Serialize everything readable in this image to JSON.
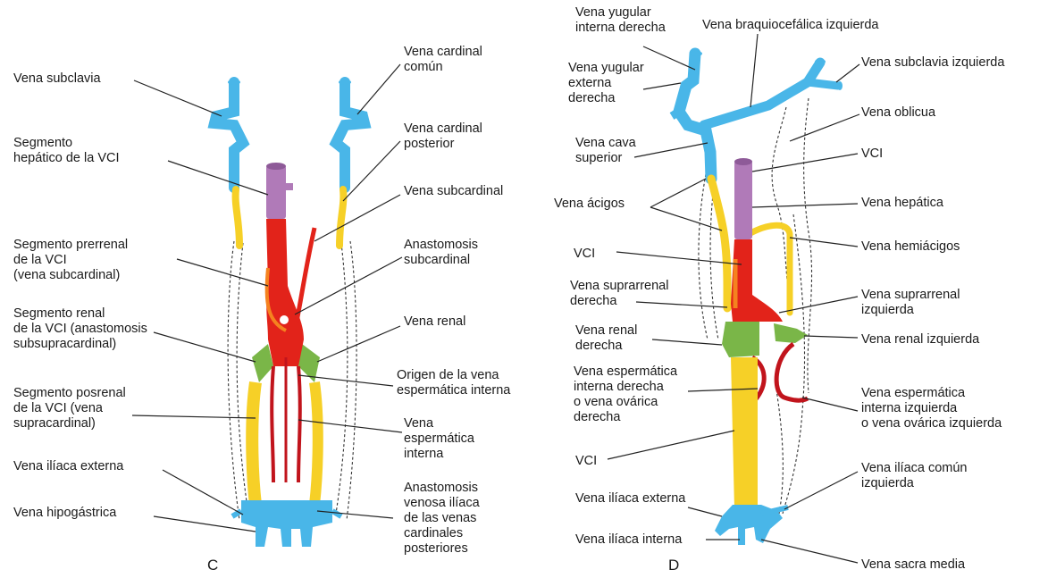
{
  "colors": {
    "blue": "#49b6e8",
    "blue_dark": "#2a8fc6",
    "purple": "#b07ab8",
    "red": "#e2231a",
    "dark_red": "#c1141c",
    "orange": "#f5821f",
    "green": "#7ab648",
    "yellow": "#f6d027"
  },
  "panel_c": {
    "letter": "C",
    "labels": {
      "subclavia": "Vena subclavia",
      "cardinal_comun": [
        "Vena cardinal",
        "común"
      ],
      "cardinal_posterior": [
        "Vena cardinal",
        "posterior"
      ],
      "hepatico": [
        "Segmento",
        "hepático de la VCI"
      ],
      "subcardinal": "Vena subcardinal",
      "anastomosis_subcardinal": [
        "Anastomosis",
        "subcardinal"
      ],
      "prerrenal": [
        "Segmento prerrenal",
        "de la VCI",
        "(vena subcardinal)"
      ],
      "renal_segmento": [
        "Segmento renal",
        "de la VCI (anastomosis",
        "subsupracardinal)"
      ],
      "vena_renal": "Vena renal",
      "origen": [
        "Origen de la vena",
        "espermática interna"
      ],
      "posrenal": [
        "Segmento posrenal",
        "de la VCI (vena",
        "supracardinal)"
      ],
      "espermatica": [
        "Vena",
        "espermática",
        "interna"
      ],
      "iliaca_externa": "Vena ilíaca externa",
      "hipogastrica": "Vena hipogástrica",
      "anastomosis_iliaca": [
        "Anastomosis",
        "venosa ilíaca",
        "de las venas",
        "cardinales",
        "posteriores"
      ]
    }
  },
  "panel_d": {
    "letter": "D",
    "labels": {
      "yugular_interna": [
        "Vena yugular",
        "interna derecha"
      ],
      "braquiocefalica": "Vena braquiocefálica izquierda",
      "yugular_externa": [
        "Vena yugular",
        "externa",
        "derecha"
      ],
      "subclavia_izq": "Vena subclavia izquierda",
      "oblicua": "Vena oblicua",
      "cava_superior": [
        "Vena cava",
        "superior"
      ],
      "vci_top": "VCI",
      "acigos": "Vena ácigos",
      "hepatica": "Vena hepática",
      "vci_mid": "VCI",
      "hemiacigos": "Vena hemiácigos",
      "suprarrenal_der": [
        "Vena suprarrenal",
        "derecha"
      ],
      "suprarrenal_izq": [
        "Vena suprarrenal",
        "izquierda"
      ],
      "renal_der": [
        "Vena renal",
        "derecha"
      ],
      "renal_izq": "Vena renal izquierda",
      "espermatica_der": [
        "Vena espermática",
        "interna derecha",
        "o vena ovárica",
        "derecha"
      ],
      "espermatica_izq": [
        "Vena espermática",
        "interna izquierda",
        "o vena ovárica izquierda"
      ],
      "vci_low": "VCI",
      "iliaca_comun": [
        "Vena ilíaca común",
        "izquierda"
      ],
      "iliaca_externa": "Vena ilíaca externa",
      "iliaca_interna": "Vena ilíaca interna",
      "sacra_media": "Vena sacra media"
    }
  }
}
